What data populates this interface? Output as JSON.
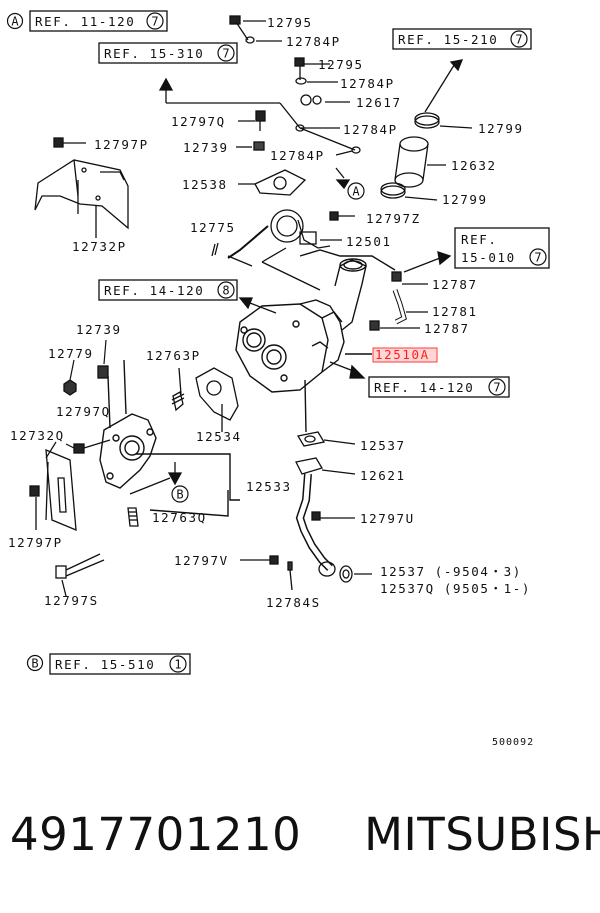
{
  "diagram": {
    "drawing_id": "500092",
    "part_number": "4917701210",
    "brand": "MITSUBISHI",
    "refs": [
      {
        "letter": "A",
        "text": "REF. 11-120",
        "circle": "7"
      },
      {
        "text": "REF. 15-310",
        "circle": "7"
      },
      {
        "text": "REF. 15-210",
        "circle": "7"
      },
      {
        "text": "REF. 14-120",
        "circle": "8"
      },
      {
        "text": "REF.",
        "text2": "15-010",
        "circle": "7"
      },
      {
        "text": "REF. 14-120",
        "circle": "7"
      },
      {
        "letter": "B",
        "text": "REF. 15-510",
        "circle": "1"
      }
    ],
    "markers": [
      "A",
      "B"
    ],
    "labels": [
      "12795",
      "12784P",
      "12795",
      "12784P",
      "12617",
      "12797Q",
      "12784P",
      "12799",
      "12739",
      "12784P",
      "12632",
      "12797P",
      "12538",
      "12799",
      "12797Z",
      "12732P",
      "12775",
      "12501",
      "12787",
      "12781",
      "12787",
      "12510A",
      "12739",
      "12779",
      "12763P",
      "12534",
      "12797Q",
      "12732Q",
      "12537",
      "12621",
      "12533",
      "12797P",
      "12763Q",
      "12797U",
      "12797V",
      "12537 (-9504・3)",
      "12537Q (9505・1-)",
      "12784S",
      "12797S"
    ],
    "highlighted_label": "12510A"
  }
}
